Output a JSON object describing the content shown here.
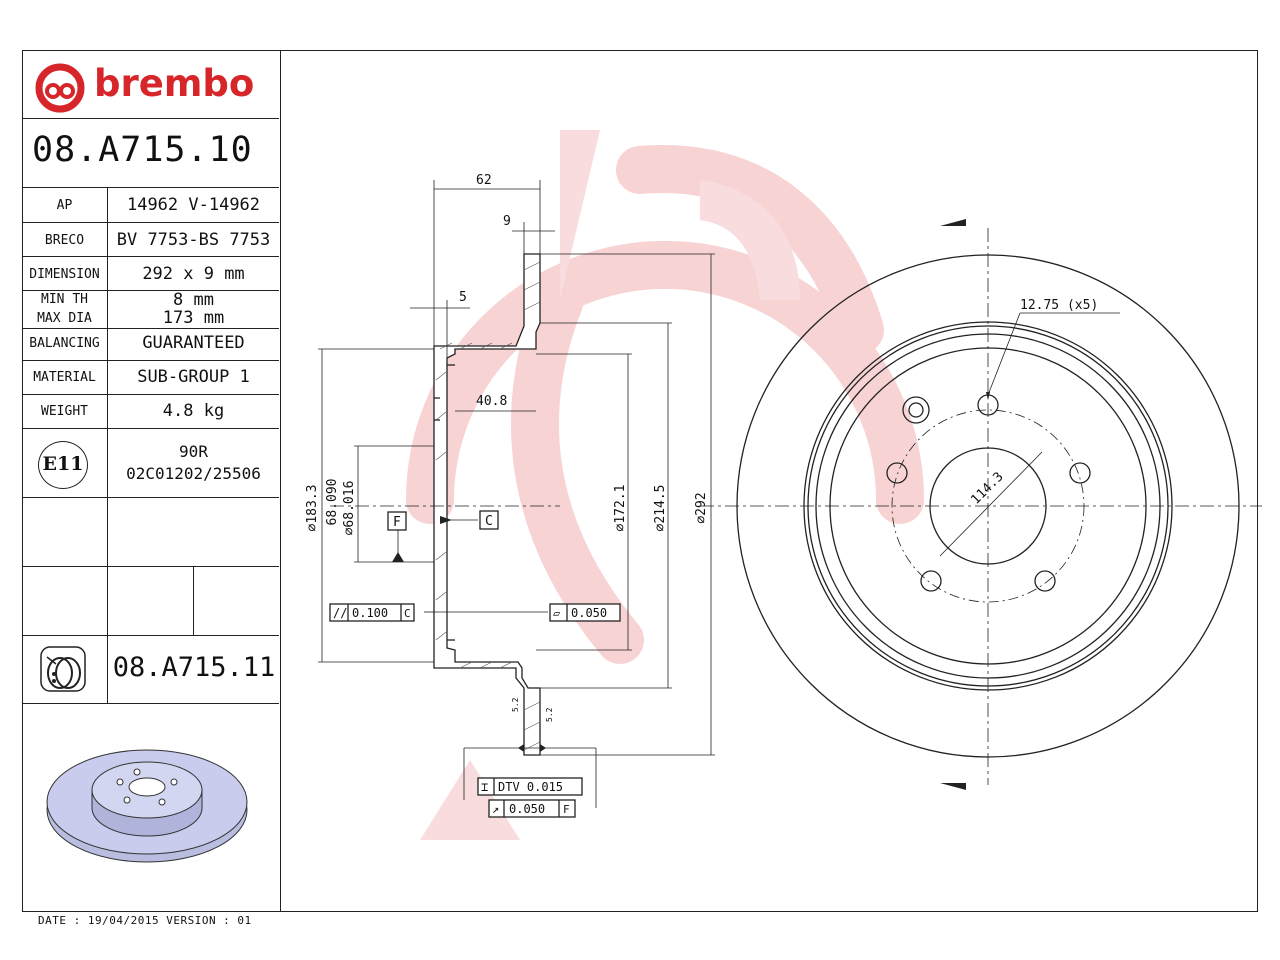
{
  "brand": {
    "name": "brembo",
    "color": "#d6262a"
  },
  "part_number": "08.A715.10",
  "specs": [
    {
      "label": "AP",
      "value": "14962 V-14962"
    },
    {
      "label": "BRECO",
      "value": "BV 7753-BS 7753"
    },
    {
      "label": "DIMENSION",
      "value": "292 x 9 mm"
    },
    {
      "label_lines": [
        "MIN TH",
        "MAX DIA"
      ],
      "value_lines": [
        "8 mm",
        "173 mm"
      ]
    },
    {
      "label": "BALANCING",
      "value": "GUARANTEED"
    },
    {
      "label": "MATERIAL",
      "value": "SUB-GROUP 1"
    },
    {
      "label": "WEIGHT",
      "value": "4.8 kg"
    }
  ],
  "homologation": {
    "mark": "E11",
    "lines": [
      "90R",
      "02C01202/25506"
    ]
  },
  "alt_part": {
    "icon": "coated-disc-icon",
    "number": "08.A715.11"
  },
  "footer": "DATE : 19/04/2015 VERSION : 01",
  "drawing": {
    "dims": {
      "d62": "62",
      "d9": "9",
      "d5": "5",
      "d40_8": "40.8",
      "dia183": "∅183.3",
      "dia68a": "68.090",
      "dia68b": "∅68.016",
      "dia172": "∅172.1",
      "dia214": "∅214.5",
      "dia292": "∅292",
      "bolt": "12.75 (x5)",
      "pcd": "114.3",
      "t52a": "5.2",
      "t52b": "5.2"
    },
    "tol": {
      "parallel": "0.100",
      "parallel_ref": "C",
      "flat": "0.050",
      "dtv": "DTV 0.015",
      "runout": "0.050",
      "runout_ref": "F"
    },
    "datums": {
      "f": "F",
      "c": "C"
    }
  }
}
